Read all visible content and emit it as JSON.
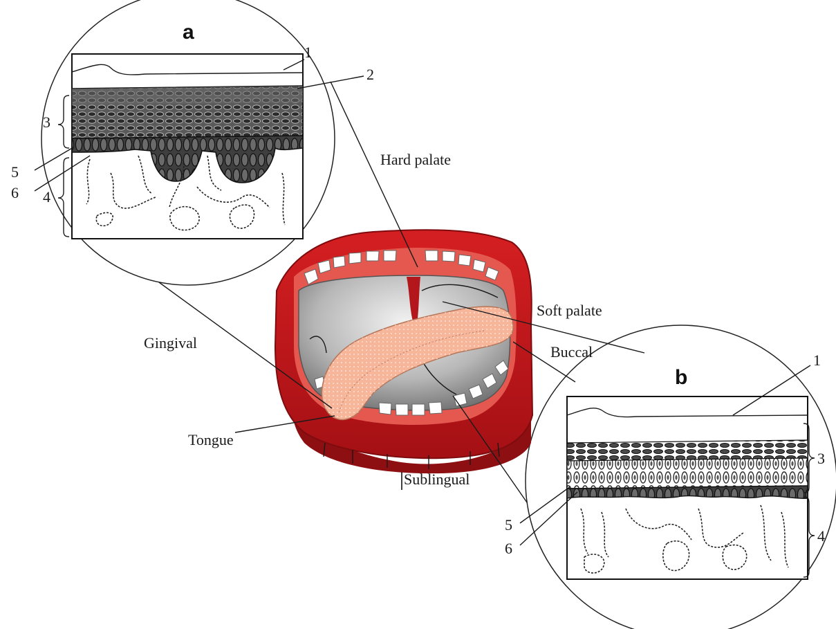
{
  "panels": {
    "a": {
      "letter": "a"
    },
    "b": {
      "letter": "b"
    }
  },
  "regions": {
    "hard_palate": "Hard palate",
    "soft_palate": "Soft palate",
    "buccal": "Buccal",
    "gingival": "Gingival",
    "tongue": "Tongue",
    "sublingual": "Sublingual"
  },
  "layer_numbers": {
    "n1": "1",
    "n2": "2",
    "n3": "3",
    "n4": "4",
    "n5": "5",
    "n6": "6"
  },
  "colors": {
    "lip_red": "#c8161c",
    "lip_dark": "#8e0f12",
    "mouth_inner": "#e4584f",
    "tongue": "#f7b59a",
    "cavity_grey": "#9a9a9a",
    "cell_dark": "#3a3a3a"
  }
}
